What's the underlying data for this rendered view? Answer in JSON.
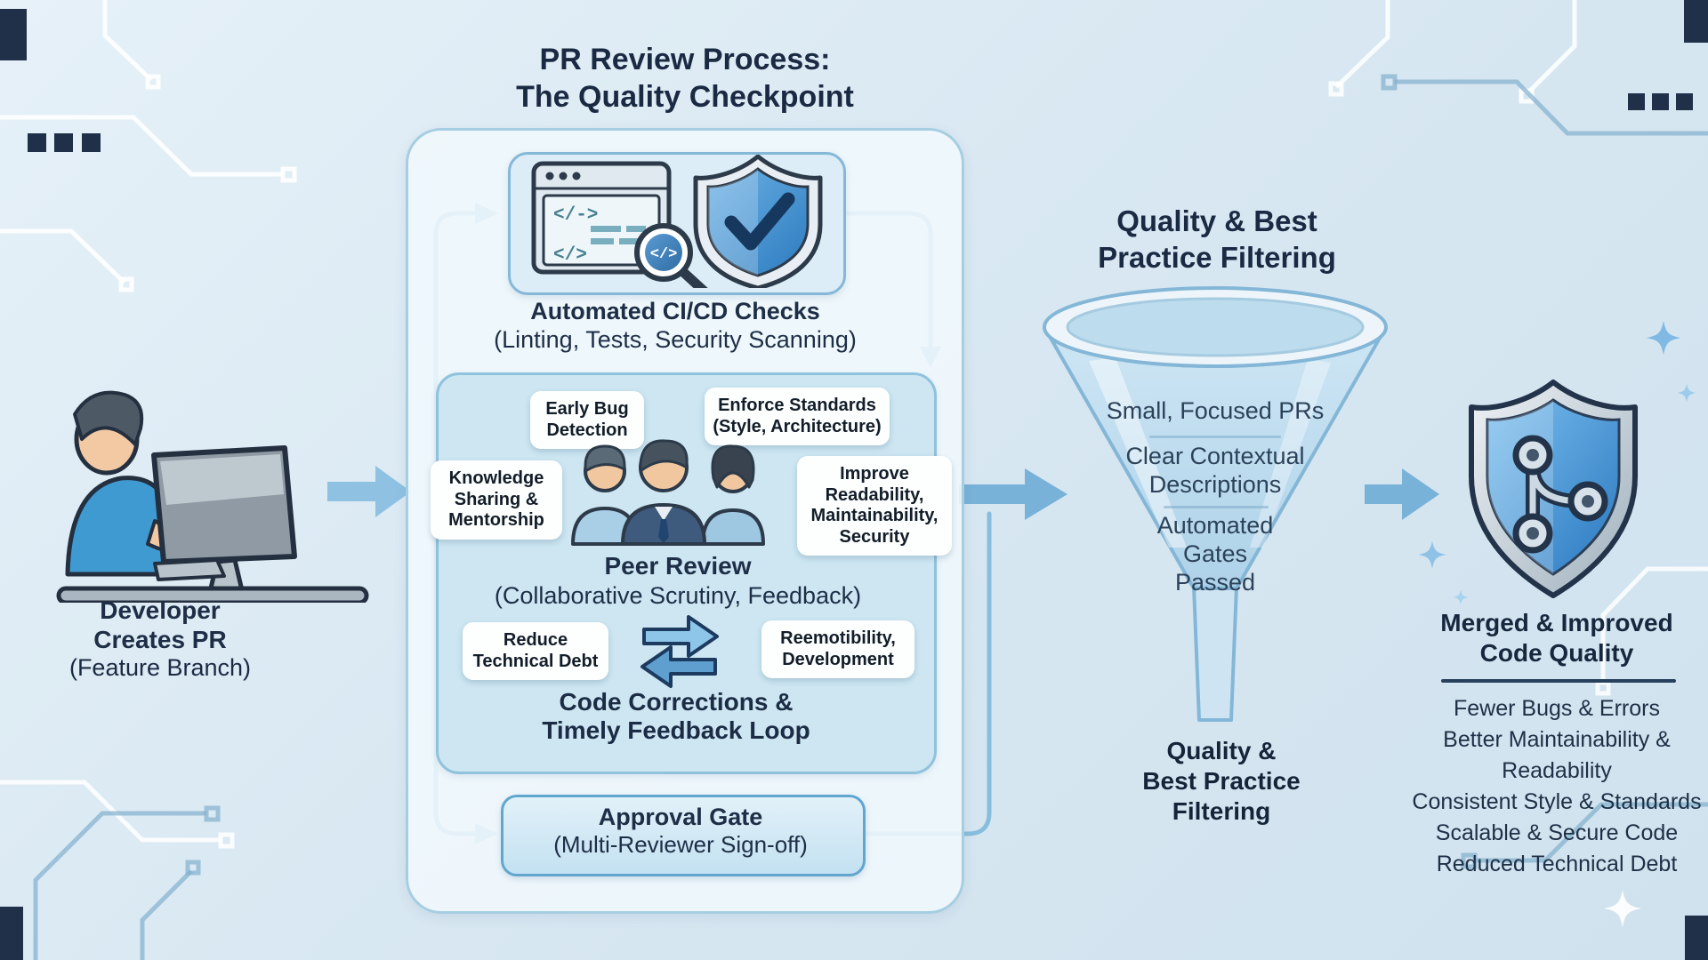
{
  "title": "PR Review Process:\nThe Quality Checkpoint",
  "colors": {
    "background": "#d9e8f2",
    "navy": "#1f3048",
    "panel_border": "#8fc2dc",
    "panel_fill": "#cde6f2",
    "arrow_blue": "#79b2d9",
    "bubble_bg": "#fdfffe",
    "shield_blue": "#2e7ec4",
    "silver": "#aebcc8"
  },
  "developer": {
    "title": "Developer\nCreates PR",
    "subtitle": "(Feature Branch)"
  },
  "cicd": {
    "title": "Automated CI/CD Checks",
    "subtitle": "(Linting, Tests, Security Scanning)"
  },
  "peer_review": {
    "title": "Peer Review",
    "subtitle": "(Collaborative Scrutiny, Feedback)",
    "bubble_early_bug": "Early Bug\nDetection",
    "bubble_enforce_standards": "Enforce Standards\n(Style, Architecture)",
    "bubble_knowledge": "Knowledge\nSharing &\nMentorship",
    "bubble_improve": "Improve\nReadability,\nMaintainability,\nSecurity",
    "bubble_reduce_debt": "Reduce\nTechnical Debt",
    "bubble_remote_dev": "Reemotibility,\nDevelopment",
    "loop_title": "Code Corrections &\nTimely Feedback Loop"
  },
  "approval": {
    "title": "Approval Gate",
    "subtitle": "(Multi-Reviewer Sign-off)"
  },
  "funnel": {
    "header": "Quality & Best\nPractice Filtering",
    "items": [
      "Small, Focused PRs",
      "Clear Contextual\nDescriptions",
      "Automated\nGates\nPassed"
    ],
    "footer": "Quality &\nBest Practice\nFiltering"
  },
  "outcome": {
    "title": "Merged & Improved\nCode Quality",
    "items": [
      "Fewer Bugs & Errors",
      "Better Maintainability &\nReadability",
      "Consistent Style & Standards",
      "Scalable & Secure Code",
      "Reduced Technical Debt"
    ]
  }
}
